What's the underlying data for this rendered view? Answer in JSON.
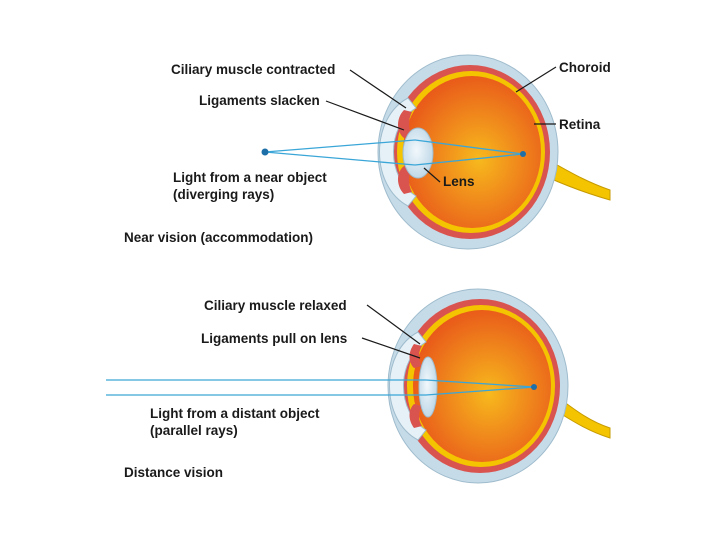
{
  "near": {
    "caption": "Near vision (accommodation)",
    "labels": {
      "ciliary": "Ciliary muscle contracted",
      "ligaments": "Ligaments slacken",
      "choroid": "Choroid",
      "retina": "Retina",
      "lens": "Lens",
      "light_line1": "Light from a near object",
      "light_line2": "(diverging rays)"
    }
  },
  "distance": {
    "caption": "Distance vision",
    "labels": {
      "ciliary": "Ciliary muscle relaxed",
      "ligaments": "Ligaments pull on lens",
      "light_line1": "Light from a distant object",
      "light_line2": "(parallel rays)"
    }
  },
  "colors": {
    "sclera": "#c6dbe8",
    "choroid": "#d9534f",
    "retina": "#f4c400",
    "vitreous_core": "#f7b91d",
    "vitreous_edge": "#e8541a",
    "lens": "#dcecf5",
    "ray": "#3aa6d8"
  }
}
